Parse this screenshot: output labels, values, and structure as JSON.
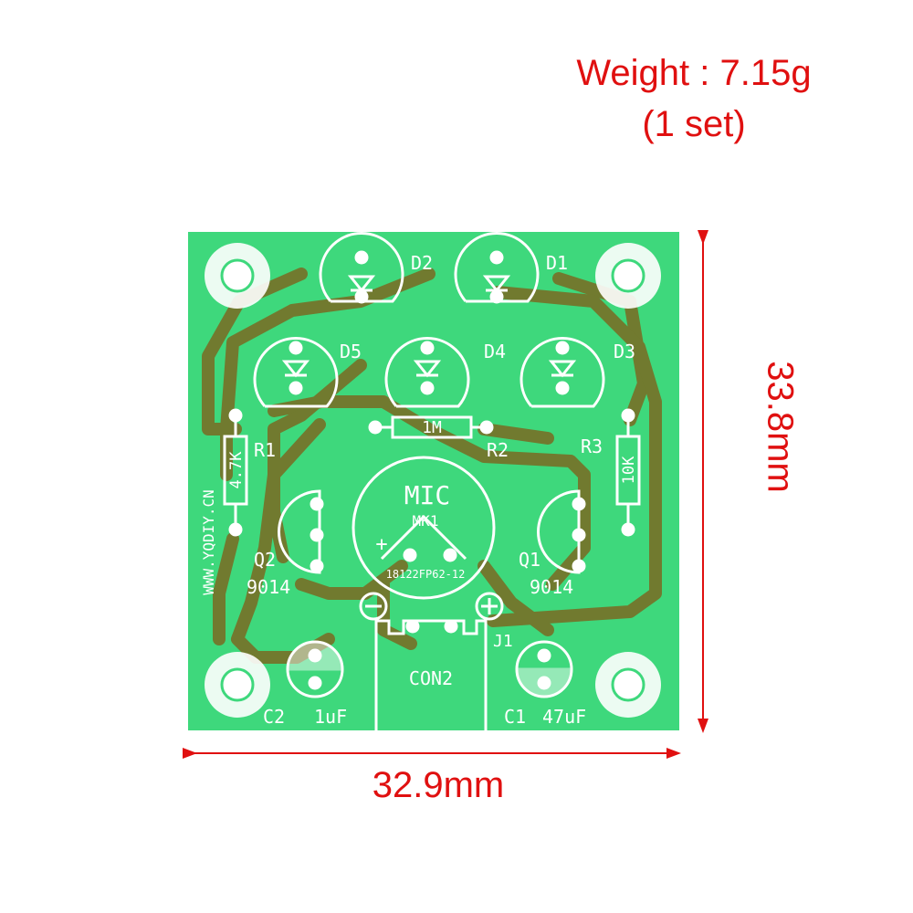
{
  "annotations": {
    "weight": "Weight : 7.15g",
    "set": "(1 set)",
    "width": "32.9mm",
    "height": "33.8mm",
    "color": "#e01010"
  },
  "board": {
    "color": "#3ed87c",
    "trace_color": "#7a6a22",
    "website": "WWW.YQDIY.CN",
    "labels": {
      "d1": "D1",
      "d2": "D2",
      "d3": "D3",
      "d4": "D4",
      "d5": "D5",
      "r1": "R1",
      "r2": "R2",
      "r3": "R3",
      "r1_value": "4.7K",
      "r2_value": "1M",
      "r3_value": "10K",
      "mic": "MIC",
      "mk1": "MK1",
      "plus": "+",
      "mic_code": "18122FP62-12",
      "q1": "Q1",
      "q2": "Q2",
      "q1_type": "9014",
      "q2_type": "9014",
      "j1": "J1",
      "con2": "CON2",
      "c1": "C1",
      "c1_value": "47uF",
      "c2": "C2",
      "c2_value": "1uF"
    }
  }
}
